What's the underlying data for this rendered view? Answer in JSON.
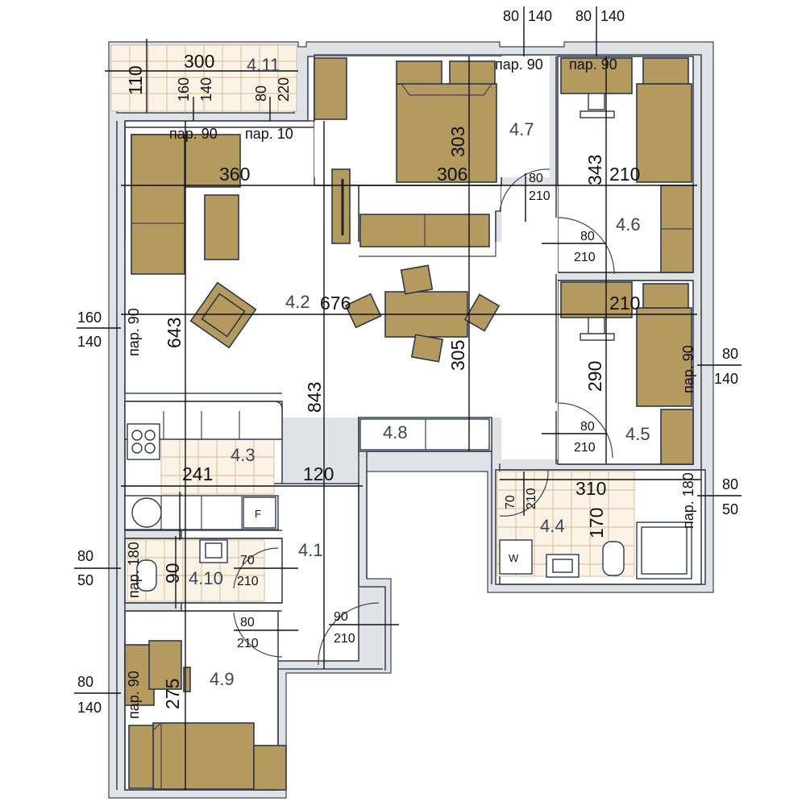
{
  "rooms": [
    "4.1",
    "4.2",
    "4.3",
    "4.4",
    "4.5",
    "4.6",
    "4.7",
    "4.8",
    "4.9",
    "4.10",
    "4.11"
  ],
  "dims": {
    "d300": "300",
    "d110": "110",
    "d360": "360",
    "d306": "306",
    "d303": "303",
    "d343": "343",
    "d210a": "210",
    "d676": "676",
    "d643": "643",
    "d305": "305",
    "d843": "843",
    "d210b": "210",
    "d290": "290",
    "d241": "241",
    "d120": "120",
    "d310": "310",
    "d170": "170",
    "d90": "90",
    "d275": "275"
  },
  "windows": {
    "top_a_w": "80",
    "top_a_h": "140",
    "top_a_note": "пар. 90",
    "top_b_w": "80",
    "top_b_h": "140",
    "top_b_note": "пар. 90",
    "balc_a_w": "160",
    "balc_a_h": "140",
    "balc_a_note": "пар. 90",
    "balc_b_w": "80",
    "balc_b_h": "220",
    "balc_b_note": "пар. 10",
    "left_a_w": "160",
    "left_a_h": "140",
    "left_a_note": "пар. 90",
    "right_a_w": "80",
    "right_a_h": "140",
    "right_a_note": "пар. 90",
    "right_b_w": "80",
    "right_b_h": "50",
    "right_b_note": "пар. 180",
    "left_b_w": "80",
    "left_b_h": "50",
    "left_b_note": "пар. 180",
    "left_c_w": "80",
    "left_c_h": "140",
    "left_c_note": "пар. 90"
  },
  "doors": {
    "d47_w": "80",
    "d47_h": "210",
    "d46_w": "80",
    "d46_h": "210",
    "d45_w": "80",
    "d45_h": "210",
    "d44_w": "70",
    "d44_h": "210",
    "d410_w": "70",
    "d410_h": "210",
    "d49_w": "80",
    "d49_h": "210",
    "entry_w": "90",
    "entry_h": "210"
  },
  "appliances": {
    "fridge": "F",
    "washer": "W"
  },
  "colors": {
    "furniture": "#b49a5e",
    "walls": "#3d4654",
    "tiles": "#c8a878"
  }
}
